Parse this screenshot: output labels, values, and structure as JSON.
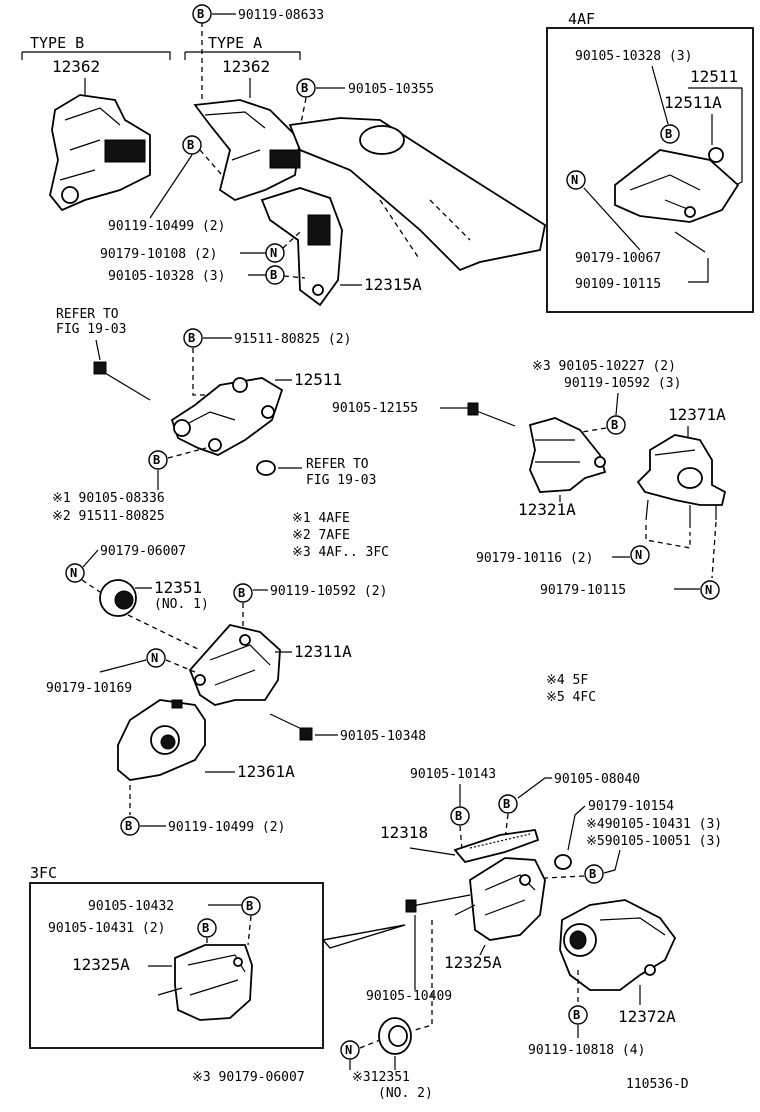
{
  "headers": {
    "type_b": "TYPE B",
    "type_a": "TYPE A",
    "box_4af": "4AF",
    "box_3fc": "3FC"
  },
  "refer_to_fig_a": [
    "REFER TO",
    "FIG 19-03"
  ],
  "refer_to_fig_b": [
    "REFER TO",
    "FIG 19-03"
  ],
  "part_numbers": {
    "p12362_b": "12362",
    "p12362_a": "12362",
    "p12315a": "12315A",
    "p12511_4af": "12511",
    "p12511a": "12511A",
    "p12511": "12511",
    "p12371a": "12371A",
    "p12321a": "12321A",
    "p12351": "12351",
    "p12351_note": "(NO. 1)",
    "p12311a": "12311A",
    "p12361a": "12361A",
    "p12318": "12318",
    "p12325a": "12325A",
    "p12325a_3fc": "12325A",
    "p12372a": "12372A",
    "p12351_no2_a": "※312351",
    "p12351_no2_b": "(NO. 2)"
  },
  "fasteners": {
    "f_90119_08633": "90119-08633",
    "f_90105_10355": "90105-10355",
    "f_90119_10499_top": "90119-10499 (2)",
    "f_90179_10108": "90179-10108 (2)",
    "f_90105_10328_top": "90105-10328 (3)",
    "f_90105_10328_4af": "90105-10328 (3)",
    "f_90179_10067": "90179-10067",
    "f_90109_10115": "90109-10115",
    "f_91511_80825_2": "91511-80825 (2)",
    "f_note1": "※1  90105-08336",
    "f_note2": "※2  91511-80825",
    "f_3_90105_10227": "※3  90105-10227 (2)",
    "f_90119_10592_3": "90119-10592 (3)",
    "f_90105_12155": "90105-12155",
    "f_90179_10116": "90179-10116 (2)",
    "f_90179_10115": "90179-10115",
    "f_90179_06007": "90179-06007",
    "f_90119_10592_2": "90119-10592 (2)",
    "f_90179_10169": "90179-10169",
    "f_90105_10348": "90105-10348",
    "f_90119_10499_bot": "90119-10499 (2)",
    "f_90105_10143": "90105-10143",
    "f_90105_08040": "90105-08040",
    "f_90179_10154": "90179-10154",
    "f_4_90105_10431": "※490105-10431 (3)",
    "f_5_90105_10051": "※590105-10051 (3)",
    "f_90105_10432": "90105-10432",
    "f_90105_10431_2": "90105-10431 (2)",
    "f_90105_10409": "90105-10409",
    "f_90119_10818": "90119-10818 (4)",
    "f_3_90179_06007": "※3 90179-06007"
  },
  "legend": {
    "l1": "※1  4AFE",
    "l2": "※2  7AFE",
    "l3": "※3  4AF.. 3FC",
    "l4": "※4  5F",
    "l5": "※5  4FC"
  },
  "diagram_id": "110536-D",
  "callout_b": "B",
  "callout_n": "N"
}
